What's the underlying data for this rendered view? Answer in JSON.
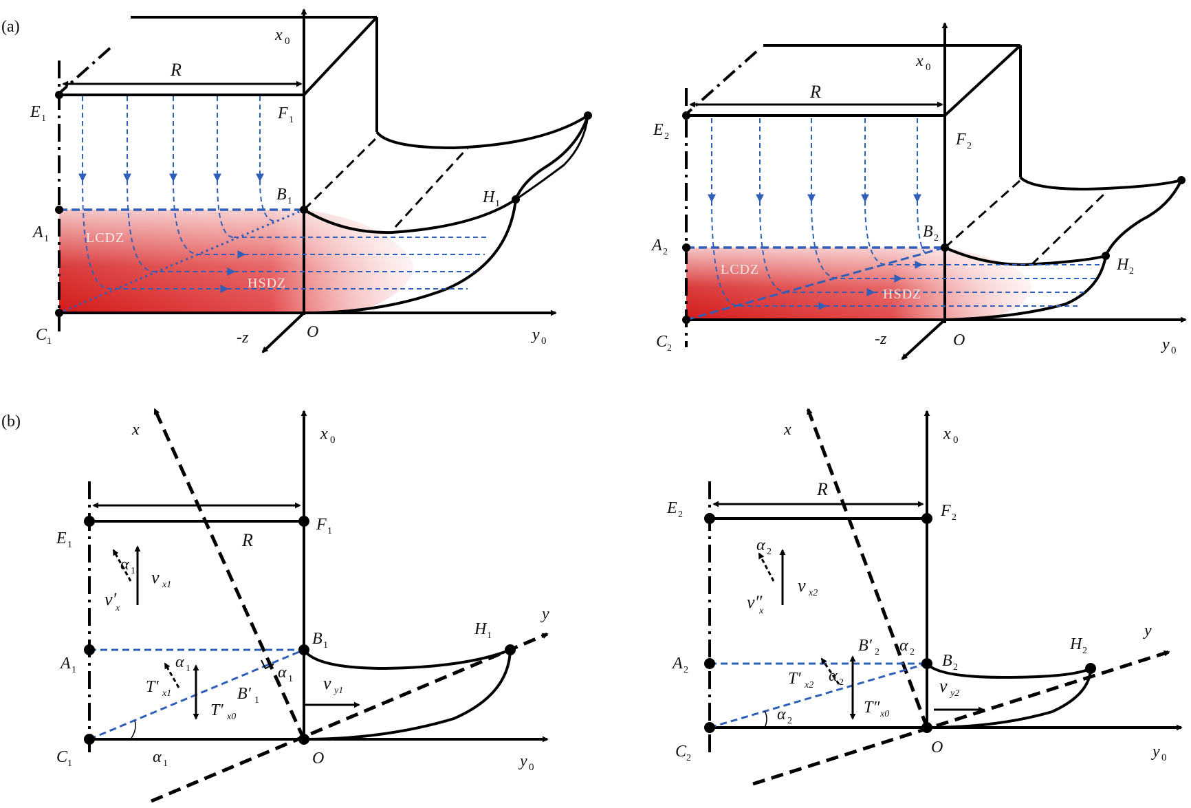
{
  "panel_labels": {
    "a": "(a)",
    "b": "(b)"
  },
  "zones": {
    "lcdz": "LCDZ",
    "hsdz": "HSDZ"
  },
  "axes": {
    "x0": "x",
    "x0_sub": "0",
    "y0": "y",
    "y0_sub": "0",
    "neg_z": "-z",
    "origin": "O",
    "x": "x",
    "y": "y"
  },
  "dimension": {
    "R": "R"
  },
  "points_1": {
    "E": "E",
    "F": "F",
    "A": "A",
    "B": "B",
    "C": "C",
    "H": "H",
    "sub": "1"
  },
  "points_2": {
    "E": "E",
    "F": "F",
    "A": "A",
    "B": "B",
    "C": "C",
    "H": "H",
    "sub": "2"
  },
  "symbols_1": {
    "alpha": "α",
    "alpha_sub": "1",
    "v_x": "ν",
    "v_x_sub": "x1",
    "v_prime": "ν′",
    "v_prime_sub": "x",
    "v_y": "ν",
    "v_y_sub": "y1",
    "T_x1": "T′",
    "T_x1_sub": "x1",
    "T_x0": "T′",
    "T_x0_sub": "x0",
    "B_prime": "B′",
    "B_prime_sub": "1"
  },
  "symbols_2": {
    "alpha": "α",
    "alpha_sub": "2",
    "v_x": "ν",
    "v_x_sub": "x2",
    "v_prime": "ν″",
    "v_prime_sub": "x",
    "v_y": "ν",
    "v_y_sub": "y2",
    "T_x2": "T′",
    "T_x2_sub": "x2",
    "T_x0": "T″",
    "T_x0_sub": "x0",
    "B_prime": "B′",
    "B_prime_sub": "2"
  },
  "colors": {
    "flow_blue": "#2f5fb8",
    "hsdz_red": "#d81e1e",
    "line_black": "#000000"
  }
}
